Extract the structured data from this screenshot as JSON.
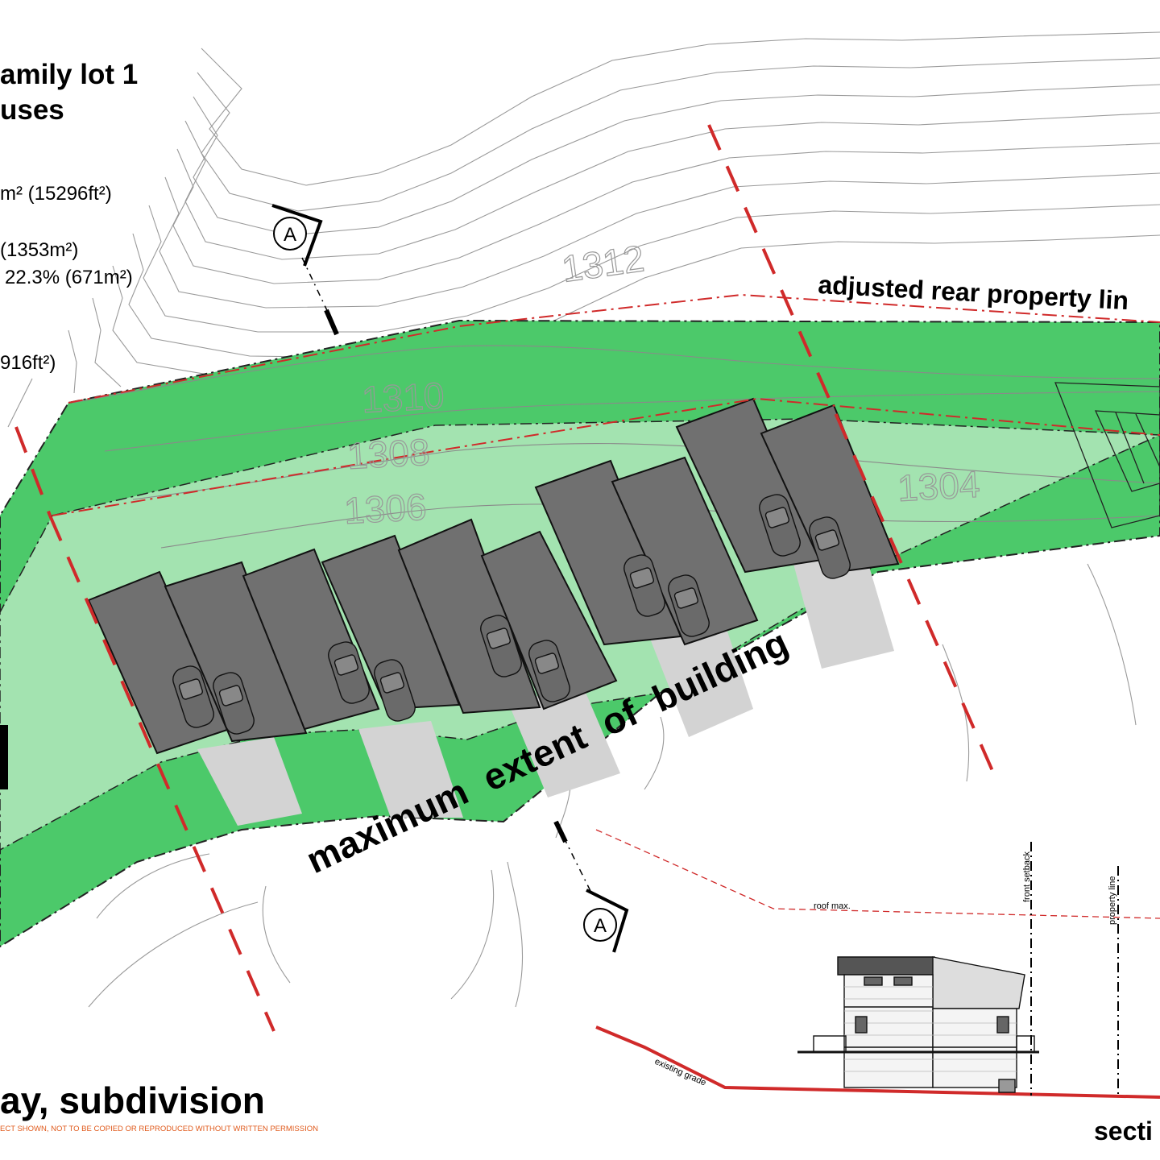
{
  "title": {
    "line1": "amily lot 1",
    "line2": "uses"
  },
  "stats": {
    "site_area": "m² (15296ft²)",
    "line_a": "(1353m²)",
    "line_b": "22.3% (671m²)",
    "line_c": "916ft²)"
  },
  "contours": {
    "c1312": "1312",
    "c1310": "1310",
    "c1308": "1308",
    "c1306": "1306",
    "c1304": "1304"
  },
  "plan_labels": {
    "rear_line": "adjusted rear property lin",
    "max_extent": "maximum extent of building",
    "section_marker": "A"
  },
  "section": {
    "front_setback": "front setback",
    "property_line": "property line",
    "roof_max": "roof max.",
    "existing_grade": "existing grade",
    "heading": "secti"
  },
  "footer": {
    "sheet_title": "ay, subdivision",
    "copyright": "ECT SHOWN, NOT TO BE COPIED OR REPRODUCED WITHOUT WRITTEN PERMISSION"
  },
  "colors": {
    "setback_green": "#4cc96a",
    "buildable_green": "#a3e3b0",
    "building_gray": "#707070",
    "driveway_gray": "#d3d3d3",
    "property_red": "#d02a2a"
  }
}
